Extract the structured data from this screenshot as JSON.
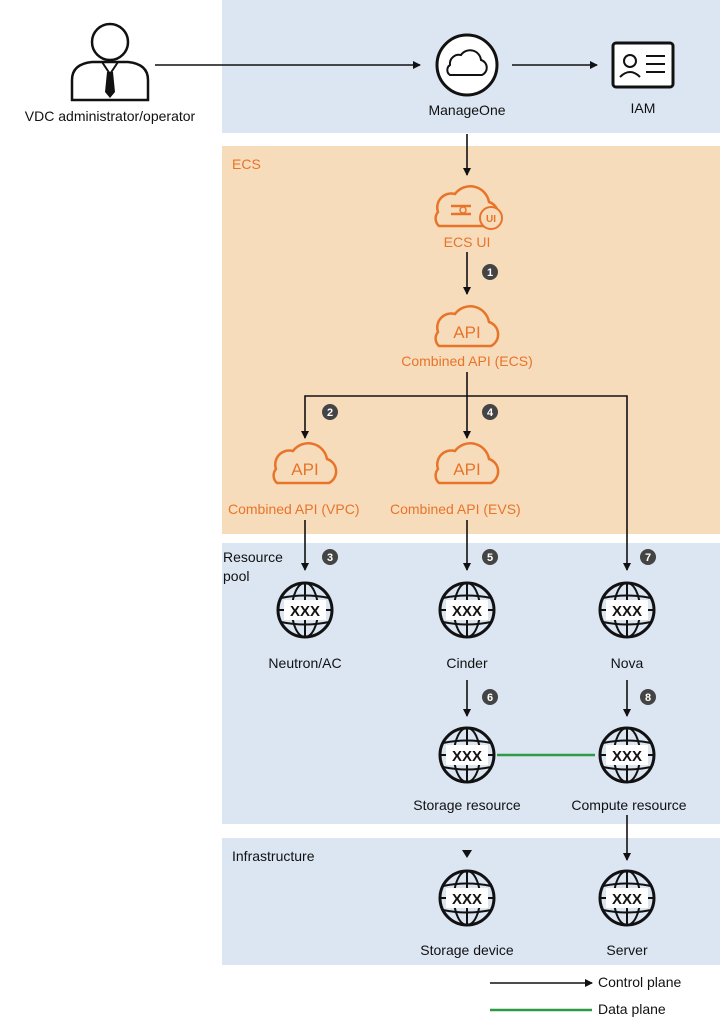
{
  "actor": {
    "label": "VDC administrator/operator"
  },
  "top": {
    "manageone": "ManageOne",
    "iam": "IAM"
  },
  "ecs": {
    "title": "ECS",
    "ui_label": "ECS UI",
    "ui_badge": "UI",
    "api_text": "API",
    "combined_ecs": "Combined API (ECS)",
    "combined_vpc": "Combined API (VPC)",
    "combined_evs": "Combined API (EVS)"
  },
  "resource_pool": {
    "title": "Resource pool",
    "neutron": "Neutron/AC",
    "cinder": "Cinder",
    "nova": "Nova",
    "storage_resource": "Storage resource",
    "compute_resource": "Compute resource"
  },
  "infrastructure": {
    "title": "Infrastructure",
    "storage_device": "Storage device",
    "server": "Server"
  },
  "node_glyph": "XXX",
  "steps": [
    "1",
    "2",
    "3",
    "4",
    "5",
    "6",
    "7",
    "8"
  ],
  "legend": {
    "control_plane": "Control plane",
    "data_plane": "Data plane"
  },
  "colors": {
    "orange": "#e8742a",
    "blue_band": "#dce6f3",
    "orange_band": "#f7dcbc",
    "data_line": "#2e9a44"
  }
}
